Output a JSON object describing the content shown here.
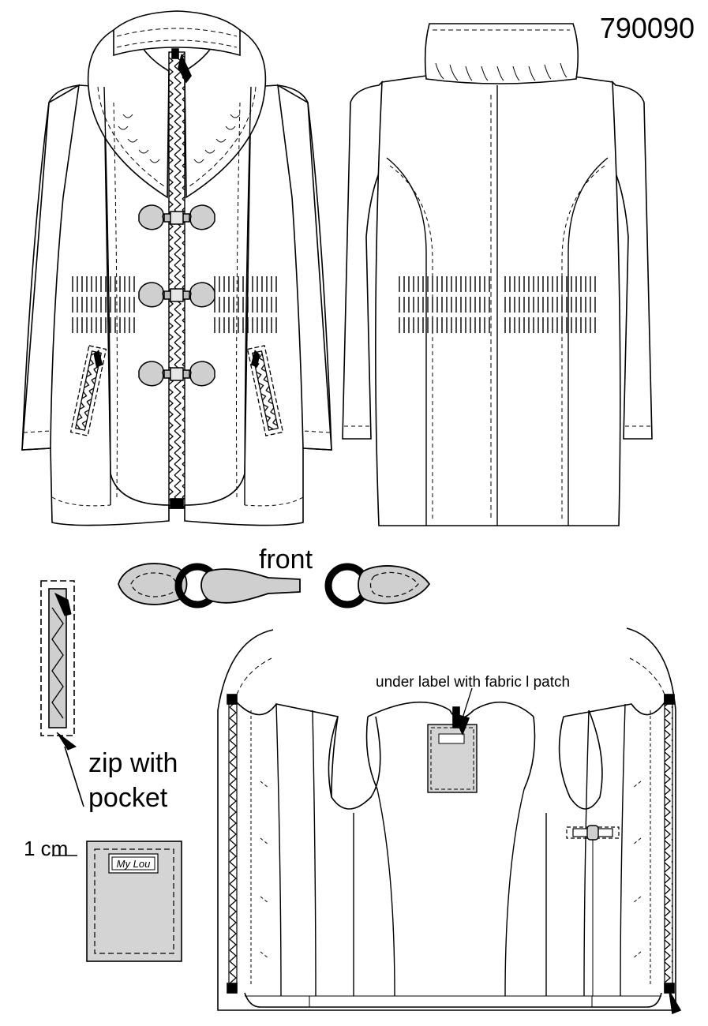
{
  "sheet": {
    "style_number": "790090",
    "background": "#ffffff",
    "line_color": "#000000",
    "fill_grey": "#d4d4d4"
  },
  "labels": {
    "front": "front",
    "zip_pocket_line1": "zip with",
    "zip_pocket_line2": "pocket",
    "scale": "1 cm",
    "under_label": "under label with fabric l patch",
    "brand_label": "My Lou"
  },
  "icons": {
    "toggle_closure": "toggle-clasp-icon",
    "label_patch": "fabric-patch-icon",
    "zip_pocket": "zip-pocket-icon"
  }
}
